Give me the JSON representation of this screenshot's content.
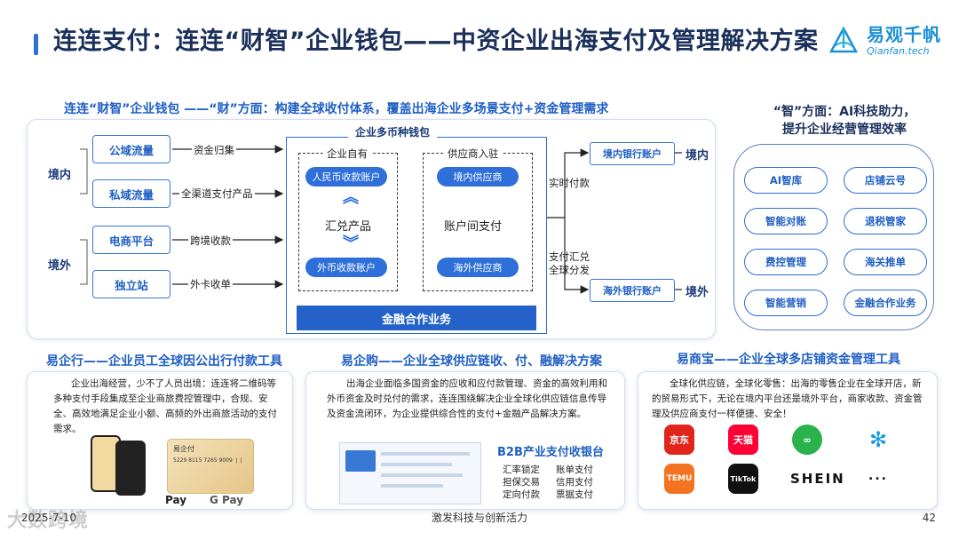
{
  "title": "连连支付：连连“财智”企业钱包——中资企业出海支付及管理解决方案",
  "brand": {
    "cn": "易观千帆",
    "en": "Qianfan.tech"
  },
  "main_subtitle": "连连“财智”企业钱包 ——“财”方面：构建全球收付体系，覆盖出海企业多场景支付+资金管理需求",
  "diagram": {
    "region_domestic": "境内",
    "region_overseas": "境外",
    "sources": [
      "公域流量",
      "私域流量",
      "电商平台",
      "独立站"
    ],
    "flows": [
      "资金归集",
      "全渠道支付产品",
      "跨境收款",
      "外卡收单"
    ],
    "wallet_title": "企业多币种钱包",
    "own_label": "企业自有",
    "supplier_label": "供应商入驻",
    "rmb_account": "人民币收款账户",
    "fx_account": "外币收款账户",
    "exchange_label": "汇兑产品",
    "domestic_supplier": "境内供应商",
    "overseas_supplier": "海外供应商",
    "inter_account": "账户间支付",
    "finance_bar": "金融合作业务",
    "realtime_pay": "实时付款",
    "fx_dist": "支付汇兑\n全球分发",
    "bank_domestic": "境内银行账户",
    "bank_overseas": "海外银行账户",
    "dest_domestic": "境内",
    "dest_overseas": "境外"
  },
  "ai": {
    "title_line1": "“智”方面：AI科技助力，",
    "title_line2": "提升企业经营管理效率",
    "items": [
      "AI智库",
      "店铺云号",
      "智能对账",
      "退税管家",
      "费控管理",
      "海关推单",
      "智能营销",
      "金融合作业务"
    ]
  },
  "cards": [
    {
      "title": "易企行——企业员工全球因公出行付款工具",
      "text": "企业出海经营，少不了人员出境：连连将二维码等多种支付手段集成至企业商旅费控管理中，合规、安全、高效地满足企业小额、高频的外出商旅活动的支付需求。",
      "card_name": "易企付",
      "card_number": "5229 8115 7265 9009 ❘❘",
      "apple_pay": "Pay",
      "google_pay": "G Pay"
    },
    {
      "title": "易企购——企业全球供应链收、付、融解决方案",
      "text": "出海企业面临多国资金的应收和应付款管理、资金的高效利用和外币资金及时兑付的需求，连连围绕解决企业全球化供应链信息传导及资金流闭环，为企业提供综合性的支付+金融产品解决方案。",
      "b2b_title": "B2B产业支付收银台",
      "b2b_items": [
        "汇率锁定",
        "账单支付",
        "担保交易",
        "信用支付",
        "定向付款",
        "票据支付"
      ]
    },
    {
      "title": "易商宝——企业全球多店铺资金管理工具",
      "text": "全球化供应链，全球化零售：出海的零售企业在全球开店，新的贸易形式下，无论在境内平台还是境外平台，商家收款、资金管理及供应商支付一样便捷、安全！",
      "apps": [
        "京东",
        "天猫",
        "",
        "",
        "TEMU",
        "TikTok"
      ],
      "shein": "SHEIN",
      "more": "..."
    }
  ],
  "footer": {
    "date": "2025-7-10",
    "center": "激发科技与创新活力",
    "page": "42",
    "watermark": "大数跨境"
  },
  "colors": {
    "primary": "#2b6fd8",
    "title": "#1a2f5a",
    "accent": "#1f5fc4"
  }
}
